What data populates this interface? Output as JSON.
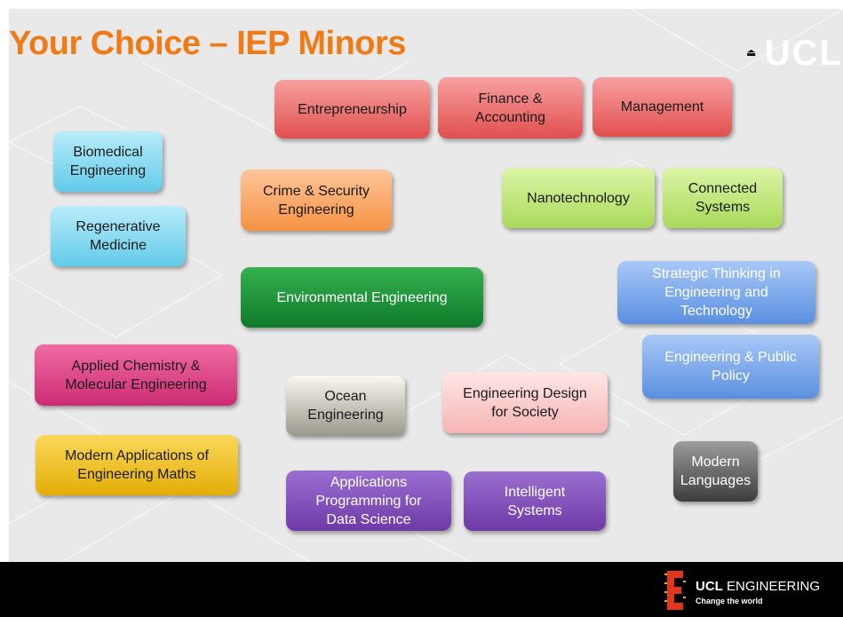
{
  "title": "Your Choice – IEP Minors",
  "header": {
    "brand_text": "UCL",
    "eject_glyph": "⏏"
  },
  "minors": [
    {
      "label": "Entrepreneurship",
      "color": "red"
    },
    {
      "label": "Finance &\nAccounting",
      "color": "red"
    },
    {
      "label": "Management",
      "color": "red"
    },
    {
      "label": "Biomedical\nEngineering",
      "color": "cyan"
    },
    {
      "label": "Regenerative\nMedicine",
      "color": "cyan"
    },
    {
      "label": "Crime & Security\nEngineering",
      "color": "orange"
    },
    {
      "label": "Nanotechnology",
      "color": "lime"
    },
    {
      "label": "Connected\nSystems",
      "color": "lime"
    },
    {
      "label": "Environmental Engineering",
      "color": "green"
    },
    {
      "label": "Strategic Thinking in\nEngineering and\nTechnology",
      "color": "blue"
    },
    {
      "label": "Engineering & Public\nPolicy",
      "color": "blue"
    },
    {
      "label": "Applied Chemistry &\nMolecular Engineering",
      "color": "magenta"
    },
    {
      "label": "Ocean\nEngineering",
      "color": "gray"
    },
    {
      "label": "Engineering Design\nfor Society",
      "color": "pink"
    },
    {
      "label": "Modern Applications of\nEngineering Maths",
      "color": "gold"
    },
    {
      "label": "Applications\nProgramming for\nData Science",
      "color": "purple"
    },
    {
      "label": "Intelligent\nSystems",
      "color": "purple"
    },
    {
      "label": "Modern\nLanguages",
      "color": "black"
    }
  ],
  "footer": {
    "brand_bold": "UCL",
    "brand_rest": " ENGINEERING",
    "tagline": "Change the world"
  }
}
